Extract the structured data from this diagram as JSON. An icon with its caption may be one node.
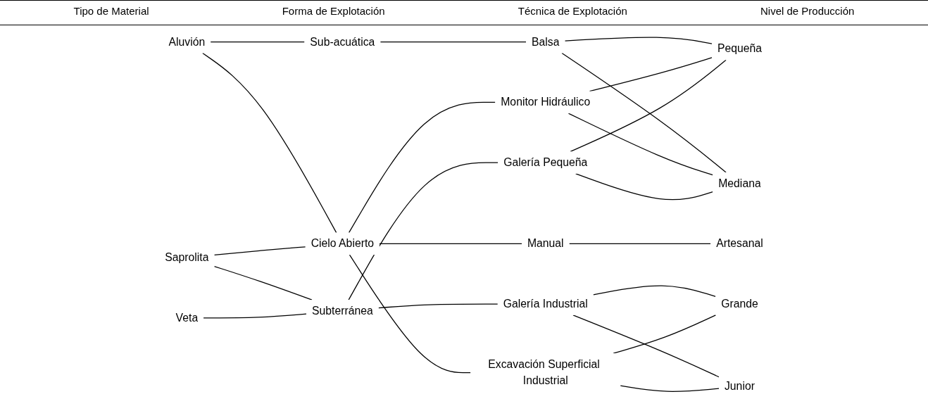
{
  "diagram": {
    "nodes": [
      {
        "text": [
          "Aluvión"
        ]
      },
      {
        "text": [
          "Saprolita"
        ]
      },
      {
        "text": [
          "Veta"
        ]
      },
      {
        "text": [
          "Sub-acuática"
        ]
      },
      {
        "text": [
          "Cielo Abierto"
        ]
      },
      {
        "text": [
          "Subterránea"
        ]
      },
      {
        "text": [
          "Manual"
        ]
      },
      {
        "text": [
          "Balsa"
        ]
      },
      {
        "text": [
          "Monitor Hidráulico"
        ]
      },
      {
        "text": [
          "Galería Pequeña"
        ]
      },
      {
        "text": [
          "Galería Industrial"
        ]
      },
      {
        "text": [
          "Excavación Superficial Industrial"
        ]
      },
      {
        "text": [
          "Artesanal"
        ]
      },
      {
        "text": [
          "Pequeña"
        ]
      },
      {
        "text": [
          "Mediana"
        ]
      },
      {
        "text": [
          "Grande"
        ]
      },
      {
        "text": [
          "Junior"
        ]
      }
    ],
    "edges": [
      {
        "from": 0,
        "to": 3,
        "arrow": "none"
      },
      {
        "from": 0,
        "to": 4,
        "arrow": "none"
      },
      {
        "from": 1,
        "to": 4,
        "arrow": "none"
      },
      {
        "from": 1,
        "to": 5,
        "arrow": "none"
      },
      {
        "from": 2,
        "to": 5,
        "arrow": "none"
      },
      {
        "from": 4,
        "to": 6,
        "arrow": "none"
      },
      {
        "from": 3,
        "to": 7,
        "arrow": "none"
      },
      {
        "from": 4,
        "to": 8,
        "arrow": "none"
      },
      {
        "from": 5,
        "to": 9,
        "arrow": "none"
      },
      {
        "from": 5,
        "to": 10,
        "arrow": "none"
      },
      {
        "from": 4,
        "to": 11,
        "arrow": "none"
      },
      {
        "from": 6,
        "to": 12,
        "arrow": "none"
      },
      {
        "from": 7,
        "to": 13,
        "arrow": "none"
      },
      {
        "from": 7,
        "to": 14,
        "arrow": "none"
      },
      {
        "from": 8,
        "to": 13,
        "arrow": "none"
      },
      {
        "from": 8,
        "to": 14,
        "arrow": "none"
      },
      {
        "from": 9,
        "to": 13,
        "arrow": "none"
      },
      {
        "from": 9,
        "to": 14,
        "arrow": "none"
      },
      {
        "from": 10,
        "to": 15,
        "arrow": "none"
      },
      {
        "from": 10,
        "to": 16,
        "arrow": "none"
      },
      {
        "from": 11,
        "to": 15,
        "arrow": "none"
      },
      {
        "from": 11,
        "to": 16,
        "arrow": "none"
      }
    ],
    "labels": [
      "Tipo de Material",
      "Forma de Explotación",
      "Técnica de Explotación",
      "Nivel de Producción"
    ]
  }
}
